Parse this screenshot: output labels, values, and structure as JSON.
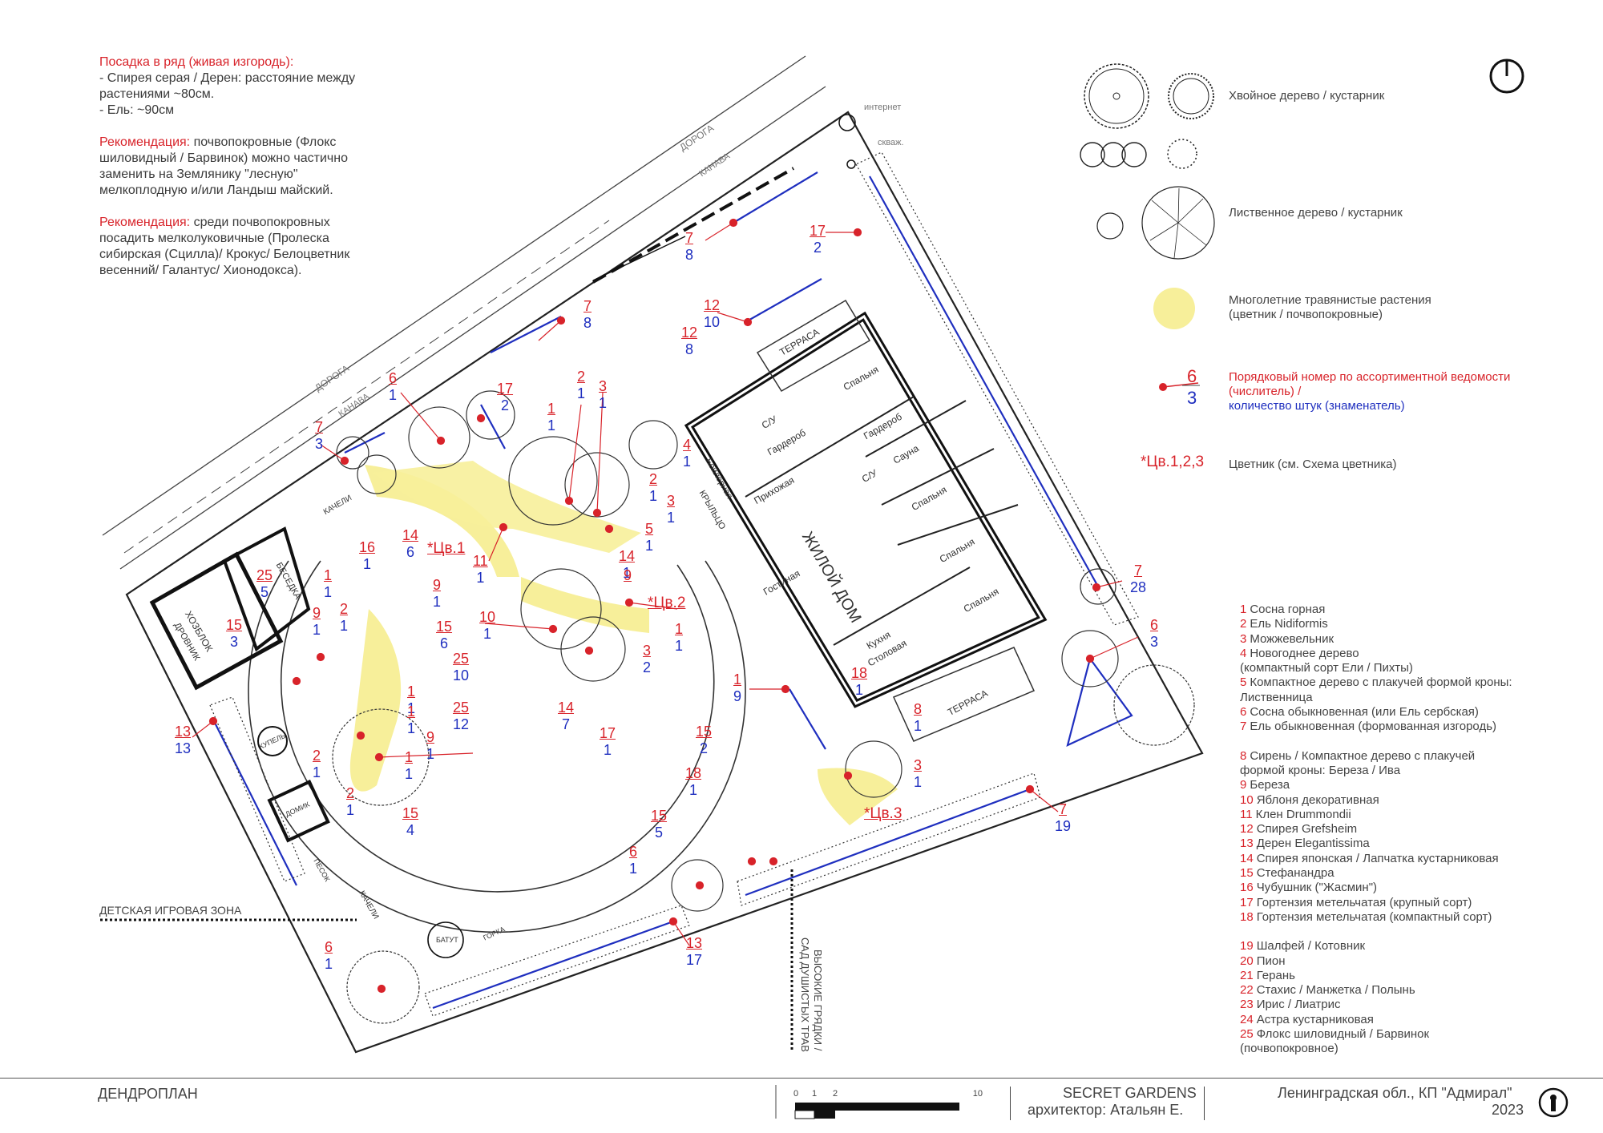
{
  "notes": {
    "hedge_title": "Посадка в ряд (живая изгородь):",
    "hedge_lines": [
      "- Спирея серая / Дерен: расстояние между",
      "растениями ~80см.",
      "- Ель: ~90см"
    ],
    "rec1_label": "Рекомендация:",
    "rec1_lines": [
      " почвопокровные (Флокс",
      "шиловидный / Барвинок) можно частично",
      "заменить на Землянику \"лесную\"",
      "мелкоплодную и/или Ландыш майский."
    ],
    "rec2_label": "Рекомендация:",
    "rec2_lines": [
      " среди почвопокровных",
      "посадить мелколуковичные (Пролеска",
      "сибирская (Сцилла)/ Крокус/ Белоцветник",
      "весенний/ Галантус/ Хионодокса)."
    ]
  },
  "legend": {
    "conifer": "Хвойное дерево / кустарник",
    "deciduous": "Лиственное дерево / кустарник",
    "perennials_1": "Многолетние травянистые растения",
    "perennials_2": "(цветник / почвопокровные)",
    "index_num": "6",
    "index_qty": "3",
    "index_1": "Порядковый номер по ассортиментной ведомости",
    "index_2": "(числитель) /",
    "index_3": "количество штук (знаменатель)",
    "flowerbed_code": "*Цв.1,2,3",
    "flowerbed_text": "Цветник (см. Схема цветника)"
  },
  "plant_groups": [
    [
      {
        "n": "1",
        "t": "Сосна горная"
      },
      {
        "n": "2",
        "t": "Ель Nidiformis"
      },
      {
        "n": "3",
        "t": "Можжевельник"
      },
      {
        "n": "4",
        "t": "Новогоднее дерево"
      },
      {
        "n": "",
        "t": "(компактный сорт Ели / Пихты)"
      },
      {
        "n": "5",
        "t": "Компактное дерево с плакучей формой кроны:"
      },
      {
        "n": "",
        "t": "Лиственница"
      },
      {
        "n": "6",
        "t": "Сосна обыкновенная (или Ель сербская)"
      },
      {
        "n": "7",
        "t": "Ель обыкновенная (формованная изгородь)"
      }
    ],
    [
      {
        "n": "8",
        "t": "Сирень / Компактное дерево с плакучей"
      },
      {
        "n": "",
        "t": "формой кроны: Береза / Ива"
      },
      {
        "n": "9",
        "t": "Береза"
      },
      {
        "n": "10",
        "t": "Яблоня декоративная"
      },
      {
        "n": "11",
        "t": "Клен Drummondii"
      },
      {
        "n": "12",
        "t": "Спирея Grefsheim"
      },
      {
        "n": "13",
        "t": "Дерен Elegantissima"
      },
      {
        "n": "14",
        "t": "Спирея японская / Лапчатка кустарниковая"
      },
      {
        "n": "15",
        "t": "Стефанандра"
      },
      {
        "n": "16",
        "t": "Чубушник (\"Жасмин\")"
      },
      {
        "n": "17",
        "t": "Гортензия метельчатая (крупный сорт)"
      },
      {
        "n": "18",
        "t": "Гортензия метельчатая (компактный сорт)"
      }
    ],
    [
      {
        "n": "19",
        "t": "Шалфей / Котовник"
      },
      {
        "n": "20",
        "t": "Пион"
      },
      {
        "n": "21",
        "t": "Герань"
      },
      {
        "n": "22",
        "t": "Стахис / Манжетка / Полынь"
      },
      {
        "n": "23",
        "t": "Ирис / Лиатрис"
      },
      {
        "n": "24",
        "t": "Астра кустарниковая"
      },
      {
        "n": "25",
        "t": "Флокс шиловидный / Барвинок"
      },
      {
        "n": "",
        "t": "(почвопокровное)"
      }
    ]
  ],
  "plan_labels": {
    "house": "ЖИЛОЙ ДОМ",
    "terrace": "ТЕРРАСА",
    "bedroom": "Спальня",
    "wardrobe": "Гардероб",
    "bath": "С/У",
    "sauna": "Сауна",
    "boiler": "Бойлерная",
    "hall": "Прихожая",
    "porch": "КРЫЛЬЦО",
    "living": "Гостиная",
    "kitchen_1": "Кухня",
    "kitchen_2": "Столовая",
    "road": "ДОРОГА",
    "ditch": "КАНАВА",
    "internet": "интернет",
    "well": "скваж.",
    "shed": "ХОЗБЛОК",
    "woodshed": "ДРОВНИК",
    "gazebo": "БЕСЕДКА",
    "swing": "КАЧЕЛИ",
    "font": "КУПЕЛЬ",
    "playhouse": "ДОМИК",
    "sandbox": "ПЕСОК",
    "trampoline": "БАТУТ",
    "slide": "ГОРКА",
    "kids_zone": "ДЕТСКАЯ ИГРОВАЯ ЗОНА",
    "beds_1": "ВЫСОКИЕ ГРЯДКИ /",
    "beds_2": "САД ДУШИСТЫХ ТРАВ",
    "fb1": "*Цв.1",
    "fb2": "*Цв.2",
    "fb3": "*Цв.3"
  },
  "callouts": [
    {
      "n": "7",
      "q": "3"
    },
    {
      "n": "6",
      "q": "1"
    },
    {
      "n": "17",
      "q": "2"
    },
    {
      "n": "7",
      "q": "8"
    },
    {
      "n": "2",
      "q": "1"
    },
    {
      "n": "3",
      "q": "1"
    },
    {
      "n": "1",
      "q": "1"
    },
    {
      "n": "12",
      "q": "8"
    },
    {
      "n": "12",
      "q": "10"
    },
    {
      "n": "7",
      "q": "8"
    },
    {
      "n": "17",
      "q": "2"
    },
    {
      "n": "4",
      "q": "1"
    },
    {
      "n": "2",
      "q": "1"
    },
    {
      "n": "3",
      "q": "1"
    },
    {
      "n": "5",
      "q": "1"
    },
    {
      "n": "14",
      "q": "1"
    },
    {
      "n": "16",
      "q": "1"
    },
    {
      "n": "14",
      "q": "6"
    },
    {
      "n": "11",
      "q": "1"
    },
    {
      "n": "9",
      "q": ""
    },
    {
      "n": "7",
      "q": "28"
    },
    {
      "n": "6",
      "q": "3"
    },
    {
      "n": "10",
      "q": "1"
    },
    {
      "n": "1",
      "q": "1"
    },
    {
      "n": "3",
      "q": "2"
    },
    {
      "n": "14",
      "q": "7"
    },
    {
      "n": "17",
      "q": "1"
    },
    {
      "n": "25",
      "q": "5"
    },
    {
      "n": "15",
      "q": "3"
    },
    {
      "n": "1",
      "q": "1"
    },
    {
      "n": "9",
      "q": "1"
    },
    {
      "n": "2",
      "q": "1"
    },
    {
      "n": "9",
      "q": "1"
    },
    {
      "n": "15",
      "q": "6"
    },
    {
      "n": "25",
      "q": "10"
    },
    {
      "n": "1",
      "q": "1"
    },
    {
      "n": "1",
      "q": "1"
    },
    {
      "n": "25",
      "q": "12"
    },
    {
      "n": "9",
      "q": "1"
    },
    {
      "n": "2",
      "q": "1"
    },
    {
      "n": "1",
      "q": "1"
    },
    {
      "n": "2",
      "q": "1"
    },
    {
      "n": "15",
      "q": "4"
    },
    {
      "n": "13",
      "q": "13"
    },
    {
      "n": "1",
      "q": "9"
    },
    {
      "n": "18",
      "q": "1"
    },
    {
      "n": "8",
      "q": "1"
    },
    {
      "n": "3",
      "q": "1"
    },
    {
      "n": "15",
      "q": "2"
    },
    {
      "n": "18",
      "q": "1"
    },
    {
      "n": "15",
      "q": "5"
    },
    {
      "n": "6",
      "q": "1"
    },
    {
      "n": "7",
      "q": "19"
    },
    {
      "n": "13",
      "q": "17"
    },
    {
      "n": "6",
      "q": "1"
    }
  ],
  "footer": {
    "title": "ДЕНДРОПЛАН",
    "scale_0": "0",
    "scale_1": "1",
    "scale_2": "2",
    "scale_10": "10",
    "brand": "SECRET GARDENS",
    "architect": "архитектор: Атальян Е.",
    "location": "Ленинградская обл., КП \"Адмирал\"",
    "year": "2023"
  },
  "colors": {
    "red": "#d8232a",
    "blue": "#1f2fbf",
    "flowerbed_yellow": "#f7ef9a",
    "line": "#333333"
  }
}
